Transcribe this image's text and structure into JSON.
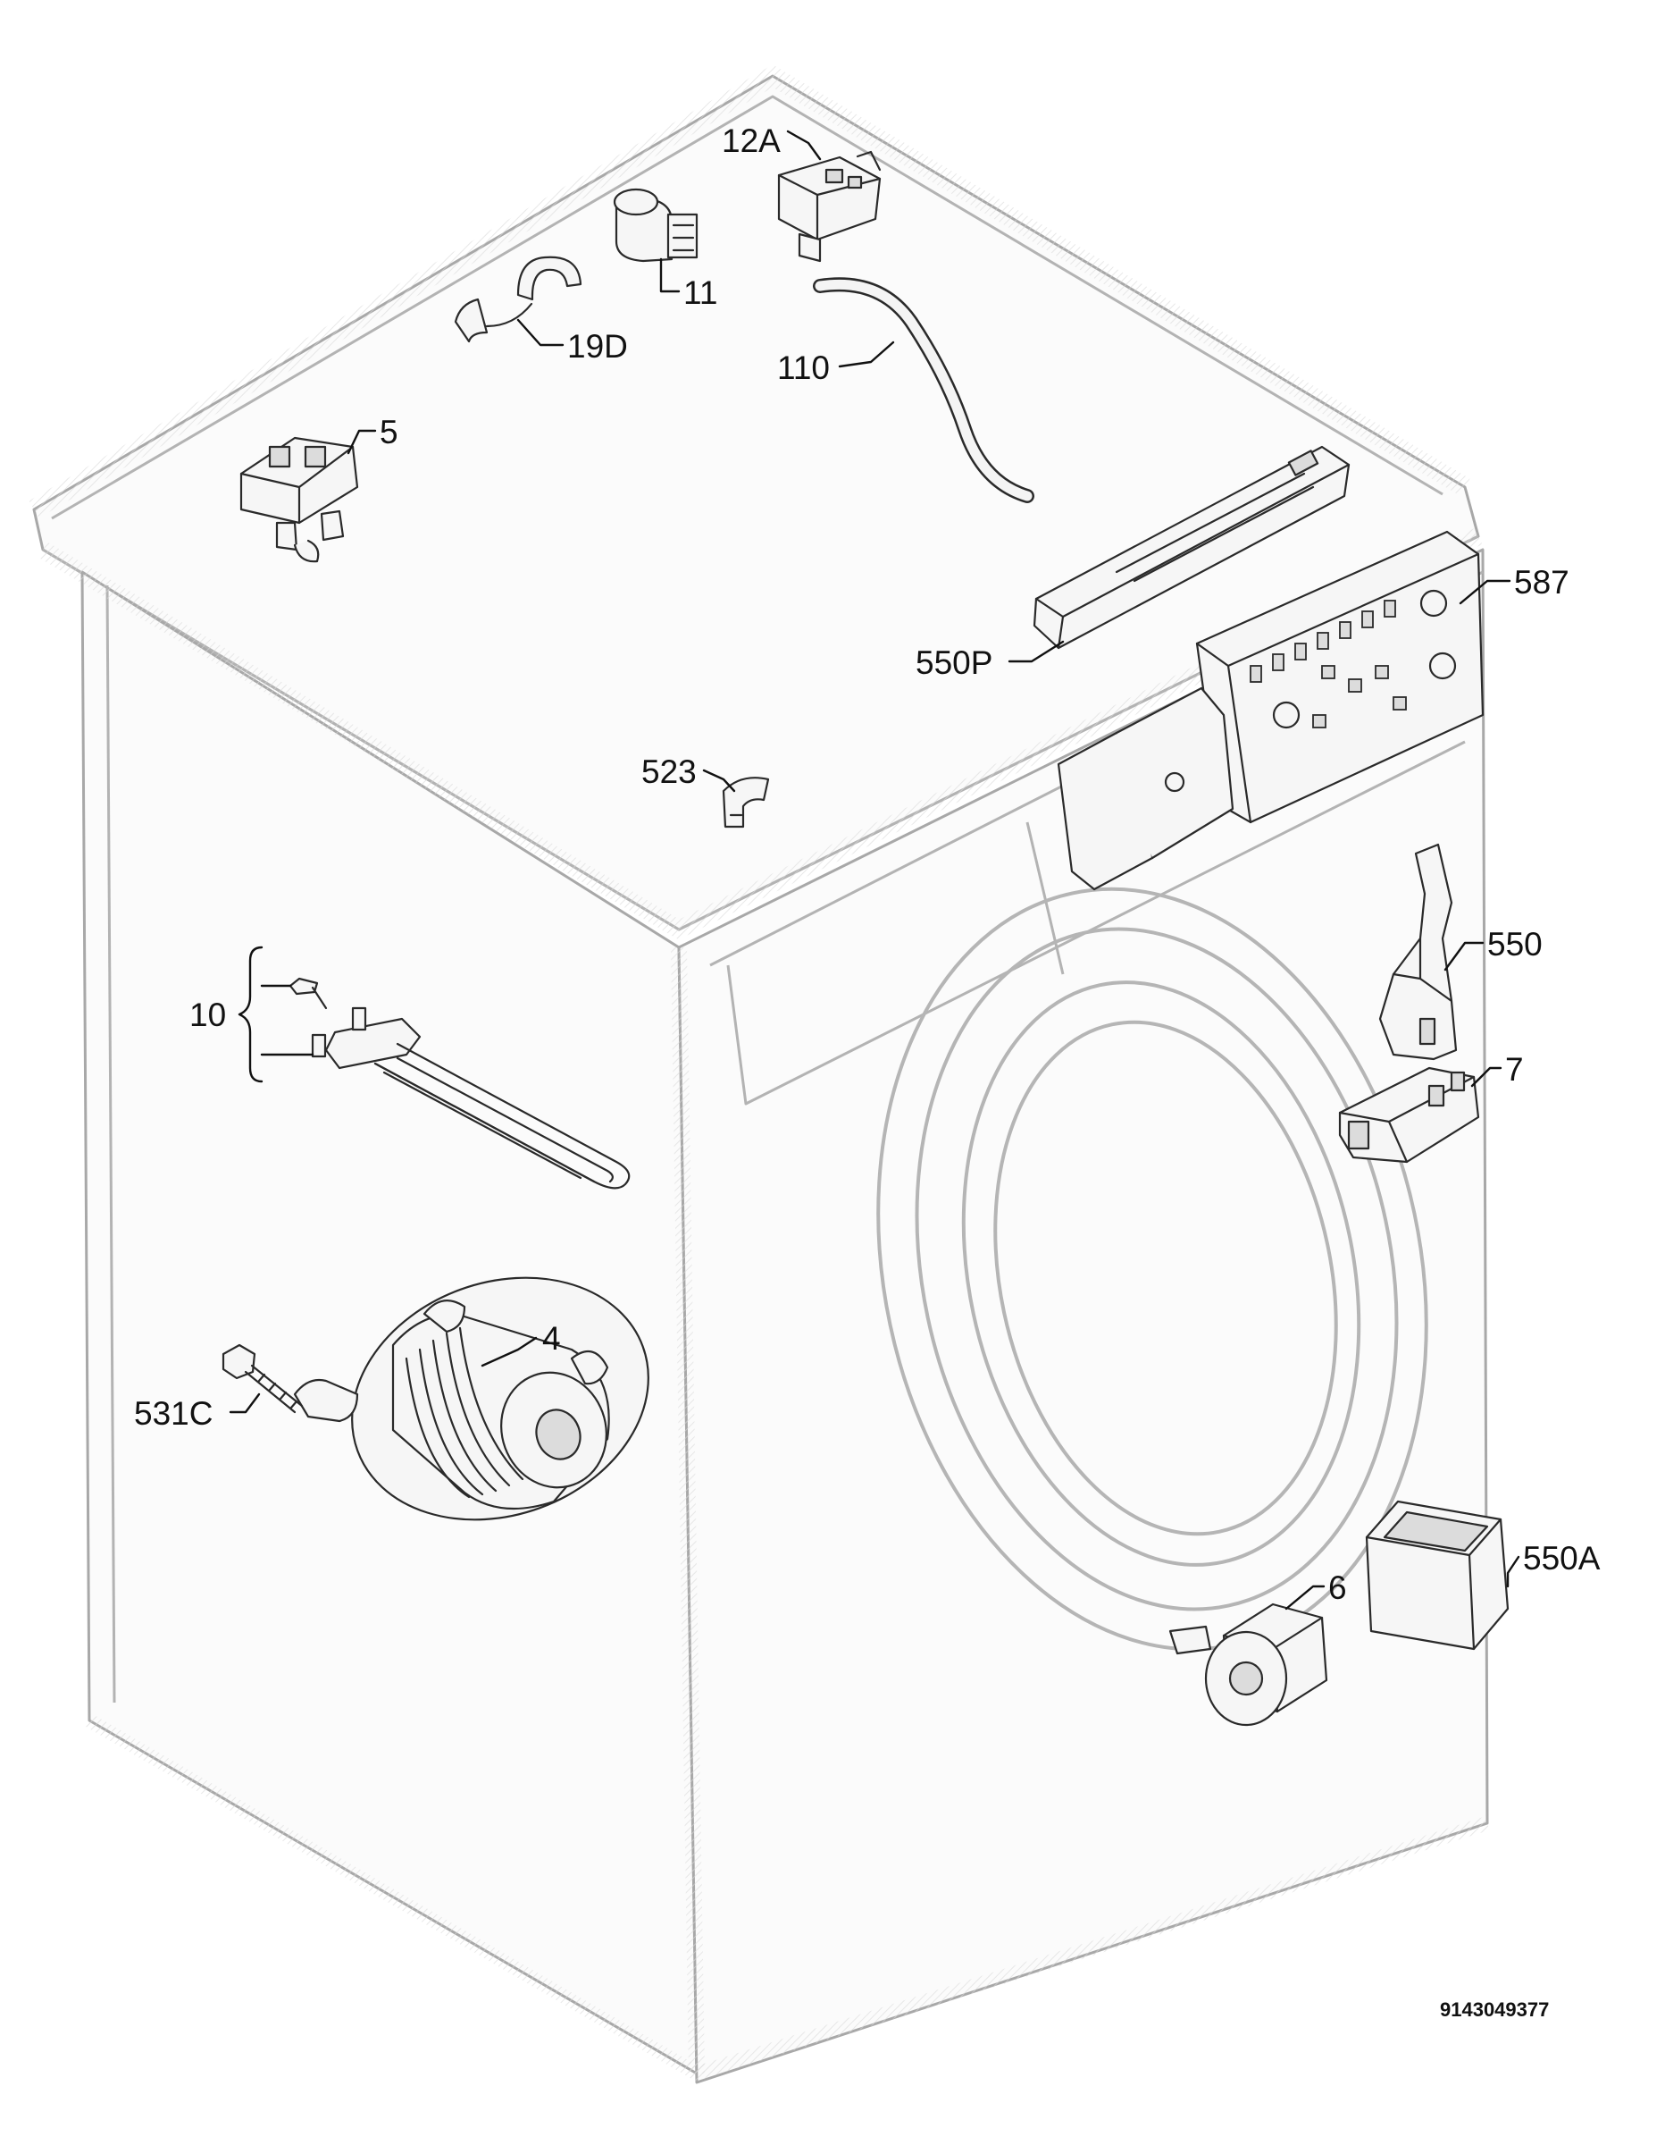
{
  "drawing": {
    "document_number": "9143049377"
  },
  "callouts": [
    {
      "id": "12A",
      "label": "12A"
    },
    {
      "id": "11",
      "label": "11"
    },
    {
      "id": "19D",
      "label": "19D"
    },
    {
      "id": "110",
      "label": "110"
    },
    {
      "id": "5",
      "label": "5"
    },
    {
      "id": "587",
      "label": "587"
    },
    {
      "id": "550P",
      "label": "550P"
    },
    {
      "id": "523",
      "label": "523"
    },
    {
      "id": "550",
      "label": "550"
    },
    {
      "id": "10",
      "label": "10"
    },
    {
      "id": "7",
      "label": "7"
    },
    {
      "id": "4",
      "label": "4"
    },
    {
      "id": "531C",
      "label": "531C"
    },
    {
      "id": "550A",
      "label": "550A"
    },
    {
      "id": "6",
      "label": "6"
    }
  ]
}
